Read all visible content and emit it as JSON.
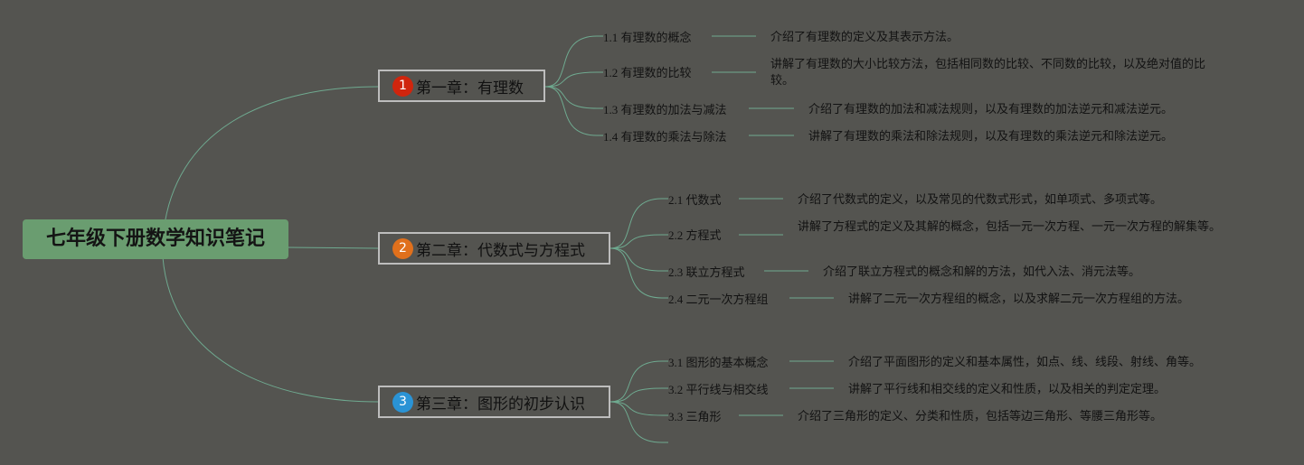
{
  "root": {
    "label": "七年级下册数学知识笔记"
  },
  "colors": {
    "background": "#545450",
    "root_fill": "#6a9d70",
    "link": "#6faa90",
    "chapter_border": "#bdbdbd"
  },
  "chapters": [
    {
      "number": "1",
      "badge_color": "#d0250d",
      "label": "第一章：有理数",
      "topics": [
        {
          "label": "1.1 有理数的概念",
          "desc": "介绍了有理数的定义及其表示方法。"
        },
        {
          "label": "1.2 有理数的比较",
          "desc": "讲解了有理数的大小比较方法，包括相同数的比较、不同数的比较，以及绝对值的比较。"
        },
        {
          "label": "1.3 有理数的加法与减法",
          "desc": "介绍了有理数的加法和减法规则，以及有理数的加法逆元和减法逆元。"
        },
        {
          "label": "1.4 有理数的乘法与除法",
          "desc": "讲解了有理数的乘法和除法规则，以及有理数的乘法逆元和除法逆元。"
        }
      ]
    },
    {
      "number": "2",
      "badge_color": "#e0701c",
      "label": "第二章：代数式与方程式",
      "topics": [
        {
          "label": "2.1 代数式",
          "desc": "介绍了代数式的定义，以及常见的代数式形式，如单项式、多项式等。"
        },
        {
          "label": "2.2 方程式",
          "desc": "讲解了方程式的定义及其解的概念，包括一元一次方程、一元一次方程的解集等。"
        },
        {
          "label": "2.3 联立方程式",
          "desc": "介绍了联立方程式的概念和解的方法，如代入法、消元法等。"
        },
        {
          "label": "2.4 二元一次方程组",
          "desc": "讲解了二元一次方程组的概念，以及求解二元一次方程组的方法。"
        }
      ]
    },
    {
      "number": "3",
      "badge_color": "#2a93d5",
      "label": "第三章：图形的初步认识",
      "topics": [
        {
          "label": "3.1 图形的基本概念",
          "desc": "介绍了平面图形的定义和基本属性，如点、线、线段、射线、角等。"
        },
        {
          "label": "3.2 平行线与相交线",
          "desc": "讲解了平行线和相交线的定义和性质，以及相关的判定定理。"
        },
        {
          "label": "3.3 三角形",
          "desc": "介绍了三角形的定义、分类和性质，包括等边三角形、等腰三角形等。"
        }
      ]
    }
  ]
}
